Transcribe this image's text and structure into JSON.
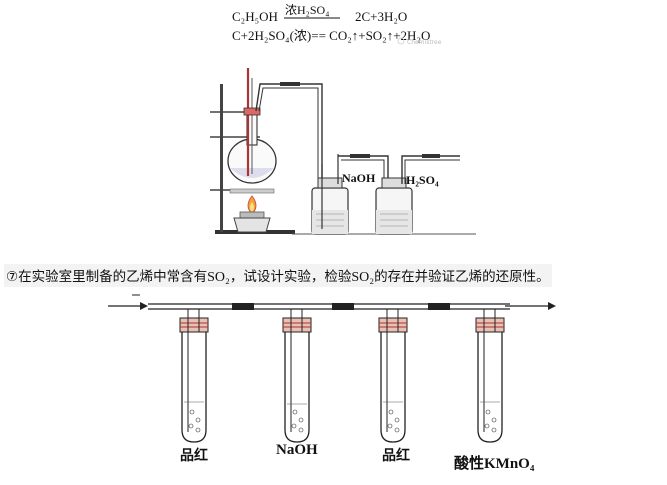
{
  "equations": {
    "eq1": {
      "condition": "浓H₂SO₄",
      "left": "C₂H₅OH",
      "right": "2C+3H₂O"
    },
    "eq2": {
      "text": "C+2H₂SO₄(浓)== CO₂↑+SO₂↑+2H₂O"
    },
    "watermark": "Chemistree"
  },
  "top_apparatus": {
    "bottle1_label": "NaOH",
    "bottle2_label": "H₂SO₄"
  },
  "question": {
    "number": "⑦",
    "part1": "在实验室里制备的乙烯中常含有",
    "so2_a": "SO₂",
    "part2": "，试设计实验，检验",
    "so2_b": "SO₂",
    "part3": "的存在并验证乙烯的还原性。"
  },
  "bottom_apparatus": {
    "tube_labels": [
      "品红",
      "NaOH",
      "品红",
      "酸性KMnO₄"
    ]
  }
}
